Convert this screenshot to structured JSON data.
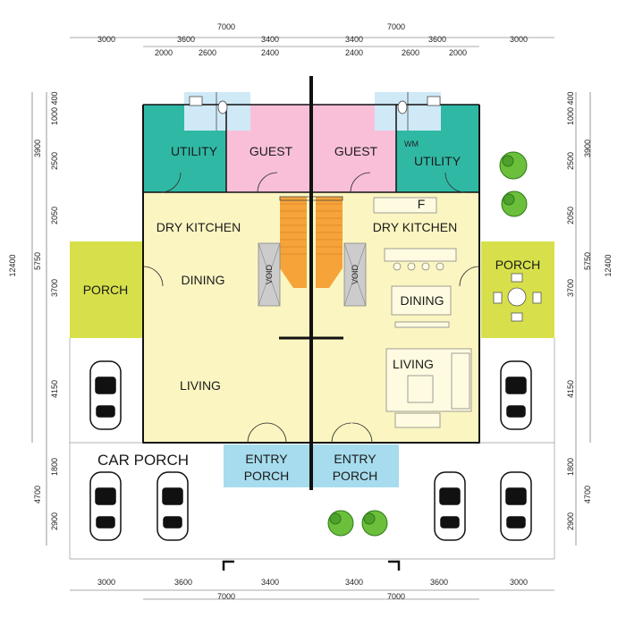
{
  "colors": {
    "living_area": "#fbf6c1",
    "utility": "#2fb9a5",
    "guest": "#f9bfd9",
    "porch_side": "#d7e04a",
    "entry_porch": "#a6dced",
    "stair": "#f6a33a",
    "void": "#cccccc",
    "bath": "#cfe9f7",
    "wall": "#111111",
    "tree": "#6cbf3a"
  },
  "dimensions": {
    "top_overall": [
      "7000",
      "7000"
    ],
    "top_row1": [
      "3000",
      "3600",
      "3400",
      "3400",
      "3600",
      "3000"
    ],
    "top_row2": [
      "2000",
      "2600",
      "2400",
      "2400",
      "2600",
      "2000"
    ],
    "bottom_row1": [
      "3000",
      "3600",
      "3400",
      "3400",
      "3600",
      "3000"
    ],
    "bottom_row2": [
      "7000",
      "7000"
    ],
    "left_outer": [
      "400",
      "1000",
      "3900",
      "2500",
      "2050",
      "12400",
      "5750",
      "3700",
      "4150",
      "1800",
      "4700",
      "2900"
    ],
    "right_outer": [
      "400",
      "1000",
      "3900",
      "2500",
      "2050",
      "5750",
      "12400",
      "3700",
      "4150",
      "1800",
      "4700",
      "2900"
    ]
  },
  "rooms": {
    "left": {
      "utility": "UTILITY",
      "guest": "GUEST",
      "dry_kitchen": "DRY KITCHEN",
      "dining": "DINING",
      "porch": "PORCH",
      "living": "LIVING",
      "void": "VOID",
      "entry_porch_line1": "ENTRY",
      "entry_porch_line2": "PORCH",
      "car_porch": "CAR PORCH"
    },
    "right": {
      "guest": "GUEST",
      "utility": "UTILITY",
      "dry_kitchen": "DRY KITCHEN",
      "porch": "PORCH",
      "dining": "DINING",
      "living": "LIVING",
      "void": "VOID",
      "fridge": "F",
      "washer": "WM",
      "entry_porch_line1": "ENTRY",
      "entry_porch_line2": "PORCH"
    }
  }
}
